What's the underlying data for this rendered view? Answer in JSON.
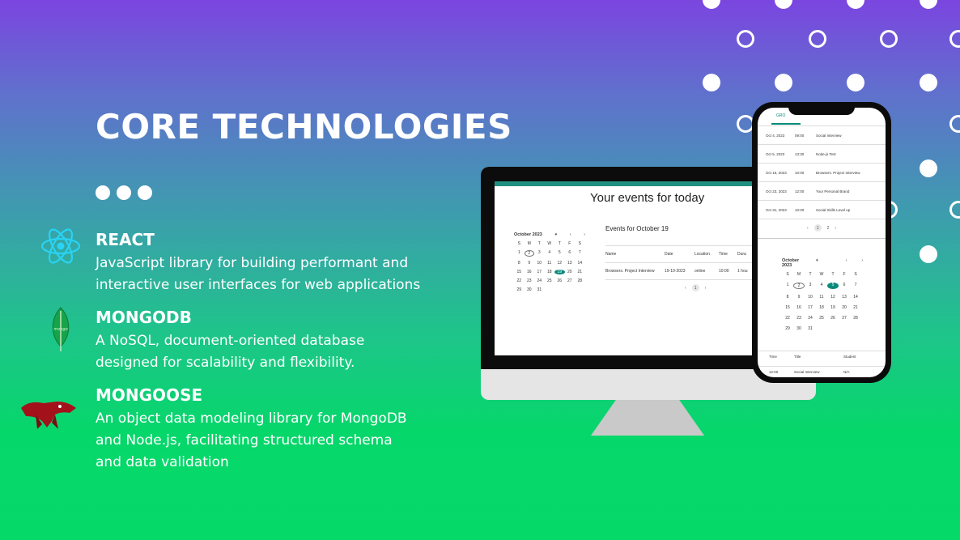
{
  "slide": {
    "title": "CORE TECHNOLOGIES",
    "techs": [
      {
        "name": "REACT",
        "lines": [
          "JavaScript library for building performant and",
          "interactive user interfaces for web applications"
        ],
        "icon": "react-logo"
      },
      {
        "name": "MONGODB",
        "lines": [
          "A NoSQL, document-oriented database",
          "designed for scalability and flexibility."
        ],
        "icon": "mongodb-logo"
      },
      {
        "name": "MONGOOSE",
        "lines": [
          "An object data modeling  library for MongoDB",
          "and Node.js, facilitating structured schema",
          "and data validation"
        ],
        "icon": "mongoose-logo"
      }
    ]
  },
  "desktop": {
    "title": "Your events for today",
    "calendar": {
      "month": "October 2023",
      "weekdays": [
        "S",
        "M",
        "T",
        "W",
        "T",
        "F",
        "S"
      ],
      "weeks": [
        [
          "1",
          "2",
          "3",
          "4",
          "5",
          "6",
          "7"
        ],
        [
          "8",
          "9",
          "10",
          "11",
          "12",
          "13",
          "14"
        ],
        [
          "15",
          "16",
          "17",
          "18",
          "19",
          "20",
          "21"
        ],
        [
          "22",
          "23",
          "24",
          "25",
          "26",
          "27",
          "28"
        ],
        [
          "29",
          "30",
          "31",
          "",
          "",
          "",
          ""
        ]
      ]
    },
    "events_title": "Events for October 19",
    "columns": [
      "Name",
      "Date",
      "Location",
      "Time",
      "Dura"
    ],
    "row": [
      "Browsers. Project Interview",
      "19-10-2023",
      "online",
      "10:00",
      "1 hou"
    ],
    "page": "1"
  },
  "phone": {
    "tab": "GRO",
    "events": [
      [
        "Oct 4, 2023",
        "09:00",
        "Social Interview"
      ],
      [
        "Oct 5, 2023",
        "13:30",
        "Node.js Test"
      ],
      [
        "Oct 16, 2023",
        "10:00",
        "Browsers. Project Interview"
      ],
      [
        "Oct 23, 2023",
        "12:00",
        "Your Personal Brand"
      ],
      [
        "Oct 31, 2023",
        "10:00",
        "Social Skills Level up"
      ]
    ],
    "pages": [
      "1",
      "2"
    ],
    "calendar": {
      "month": "October 2023"
    },
    "columns": [
      "Time",
      "Title",
      "Student"
    ],
    "row": [
      "12:00",
      "Social Interview",
      "N/A"
    ]
  },
  "colors": {
    "accent": "#0a8a7a",
    "marker_orange": "#f0a020",
    "marker_green": "#2db84d"
  }
}
